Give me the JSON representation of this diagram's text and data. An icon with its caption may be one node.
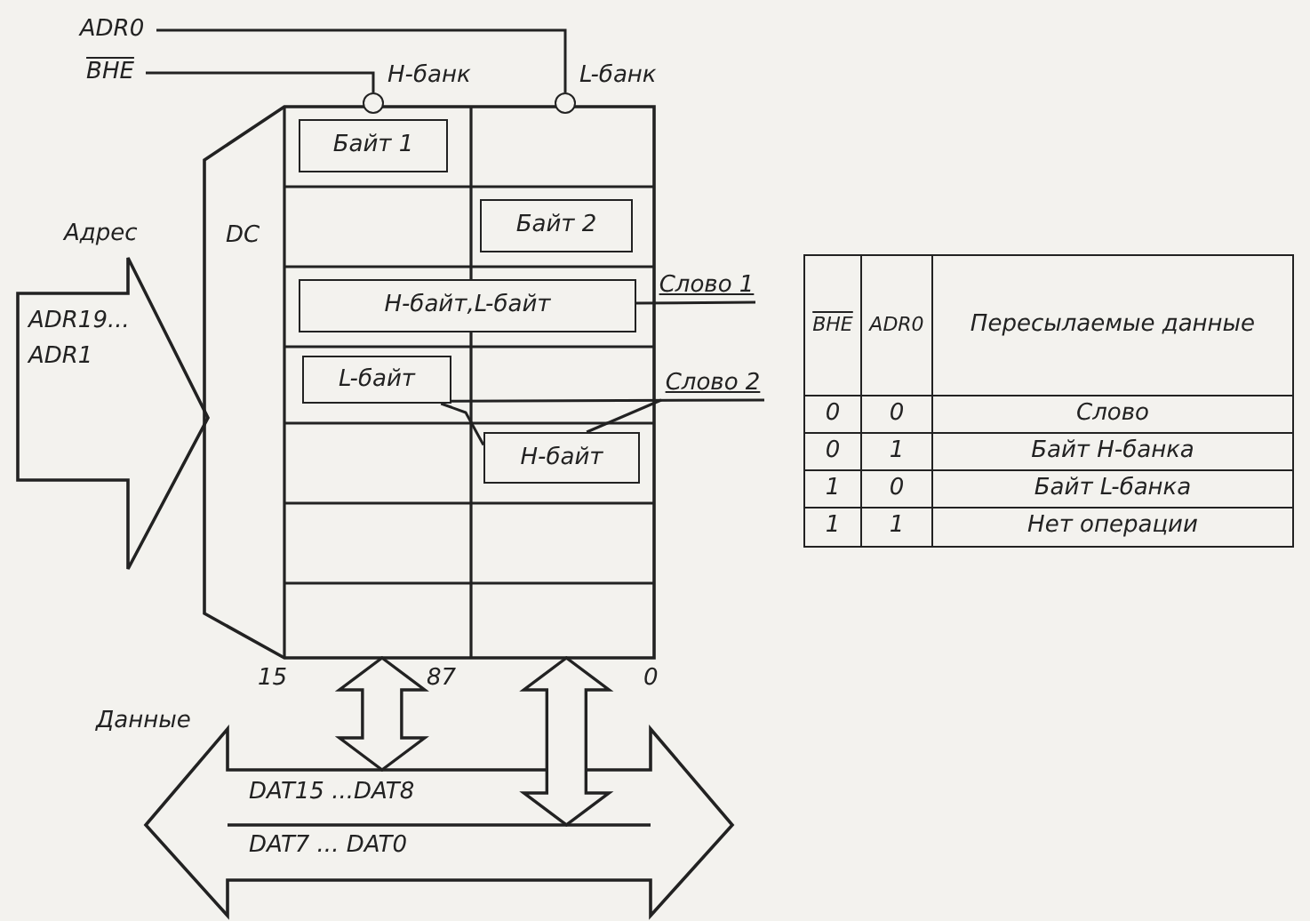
{
  "diagram": {
    "nodes": [
      {
        "text": [
          "ADR0"
        ]
      },
      {
        "text": [
          "BHE"
        ]
      },
      {
        "text": [
          "DC"
        ]
      },
      {
        "text": [],
        "shape": "circle",
        "beside": [
          "H-банк"
        ]
      },
      {
        "text": [],
        "shape": "circle",
        "beside": [
          "L-банк"
        ]
      },
      {
        "text": [
          "Байт 1"
        ],
        "in": 2
      },
      {
        "text": [
          "Байт 2"
        ],
        "in": 2
      },
      {
        "text": [
          "H-байт,L-байт"
        ],
        "in": 2
      },
      {
        "text": [
          "L-байт"
        ],
        "in": 2
      },
      {
        "text": [
          "H-байт"
        ],
        "in": 2
      },
      {
        "text": [
          "Слово 1"
        ]
      },
      {
        "text": [
          "Слово 2"
        ]
      },
      {
        "text": [
          "ADR19... ADR1"
        ],
        "beside": [
          "Адрес"
        ]
      },
      {
        "text": [
          "DAT15 ...DAT8",
          "DAT7 ... DAT0"
        ],
        "beside": [
          "Данные"
        ]
      }
    ],
    "edges": [
      {
        "from": 1,
        "to": 3,
        "arrow": "none"
      },
      {
        "from": 0,
        "to": 4,
        "arrow": "none"
      },
      {
        "from": 10,
        "to": 7,
        "arrow": "none"
      },
      {
        "from": 11,
        "to": 8,
        "arrow": "none"
      },
      {
        "from": 11,
        "to": 9,
        "arrow": "none"
      },
      {
        "from": 8,
        "to": 9,
        "arrow": "none"
      },
      {
        "from": 2,
        "to": 13,
        "arrow": "both"
      },
      {
        "from": 2,
        "to": 13,
        "arrow": "both"
      }
    ],
    "labels": [
      "BHE",
      "ADR0",
      "Пересылаемые данные",
      "0",
      "0",
      "Слово",
      "0",
      "1",
      "Байт H-банка",
      "1",
      "0",
      "Байт L-банка",
      "1",
      "1",
      "Нет операции",
      "15",
      "87",
      "0"
    ]
  }
}
